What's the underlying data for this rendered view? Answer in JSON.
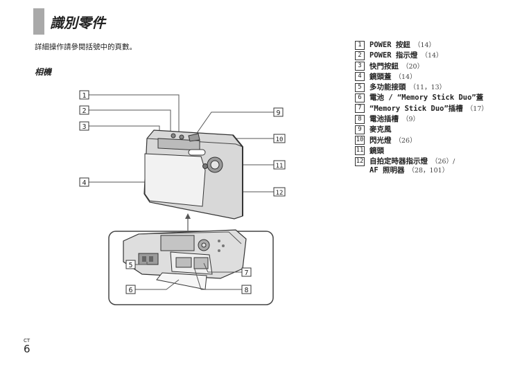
{
  "header": {
    "title": "識別零件"
  },
  "intro": "詳細操作請參閱括號中的頁數。",
  "section_title": "相機",
  "legend": [
    {
      "num": "1",
      "label": "POWER 按鈕",
      "pages": "（14）"
    },
    {
      "num": "2",
      "label": "POWER 指示燈",
      "pages": "（14）"
    },
    {
      "num": "3",
      "label": "快門按鈕",
      "pages": "（20）"
    },
    {
      "num": "4",
      "label": "鏡頭蓋",
      "pages": "（14）"
    },
    {
      "num": "5",
      "label": "多功能接頭",
      "pages": "（11，13）"
    },
    {
      "num": "6",
      "label": "電池 / “Memory Stick Duo”蓋",
      "pages": ""
    },
    {
      "num": "7",
      "label": "“Memory Stick Duo”插槽",
      "pages": "（17）"
    },
    {
      "num": "8",
      "label": "電池插槽",
      "pages": "（9）"
    },
    {
      "num": "9",
      "label": "麥克風",
      "pages": ""
    },
    {
      "num": "10",
      "label": "閃光燈",
      "pages": "（26）"
    },
    {
      "num": "11",
      "label": "鏡頭",
      "pages": ""
    },
    {
      "num": "12",
      "label": "自拍定時器指示燈",
      "pages": "（26）/",
      "cont_label": "AF 照明器",
      "cont_pages": "（28，101）"
    }
  ],
  "callouts": [
    "1",
    "2",
    "3",
    "4",
    "5",
    "6",
    "7",
    "8",
    "9",
    "10",
    "11",
    "12"
  ],
  "footer": {
    "lang": "CT",
    "page": "6"
  }
}
